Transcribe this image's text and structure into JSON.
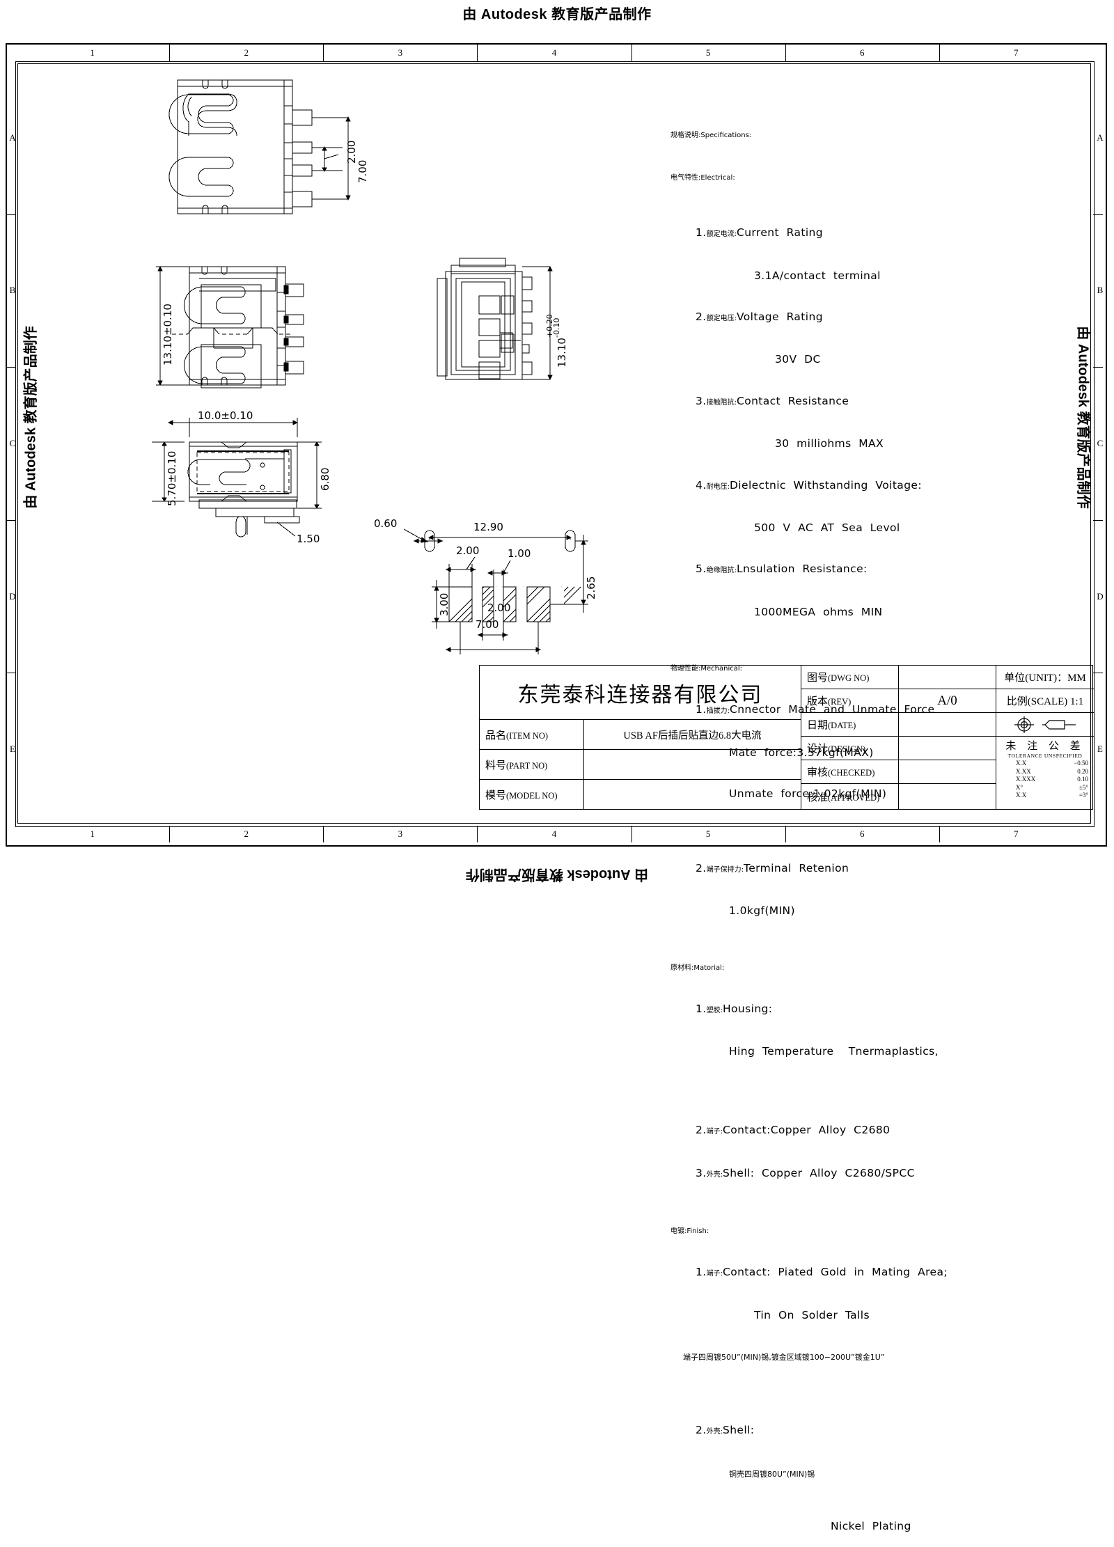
{
  "watermark": {
    "top": "由 Autodesk 教育版产品制作",
    "bottom": "由 Autodesk 教育版产品制作",
    "left": "由 Autodesk 教育版产品制作",
    "right": "由 Autodesk 教育版产品制作"
  },
  "border": {
    "column_zones": [
      "1",
      "2",
      "3",
      "4",
      "5",
      "6",
      "7"
    ],
    "row_zones": [
      "A",
      "B",
      "C",
      "D",
      "E"
    ]
  },
  "specifications": {
    "heading": "规格说明:Specifications:",
    "electrical": {
      "heading": "电气特性:Electrical:",
      "items": [
        {
          "no": "1.",
          "cn": "额定电流:",
          "en": "Current  Rating",
          "value": "3.1A/contact  terminal"
        },
        {
          "no": "2.",
          "cn": "额定电压:",
          "en": "Voltage  Rating",
          "value": "30V  DC"
        },
        {
          "no": "3.",
          "cn": "接触阻抗:",
          "en": "Contact  Resistance",
          "value": "30  milliohms  MAX"
        },
        {
          "no": "4.",
          "cn": "耐电压:",
          "en": "Dielectnic  Withstanding  Voitage:",
          "value": "500  V  AC  AT  Sea  Levol"
        },
        {
          "no": "5.",
          "cn": "绝缘阻抗:",
          "en": "Lnsulation  Resistance:",
          "value": "1000MEGA  ohms  MIN"
        }
      ]
    },
    "mechanical": {
      "heading": "物理性能:Mechanical:",
      "items": [
        {
          "no": "1.",
          "cn": "插拔力:",
          "en": "Cnnector  Mate  and  Unmate  Force",
          "values": [
            "Mate  force:3.57kgf(MAX)",
            "Unmate  force:1.02kgf(MIN)"
          ]
        },
        {
          "no": "2.",
          "cn": "端子保持力:",
          "en": "Terminal  Retenion",
          "values": [
            "1.0kgf(MIN)"
          ]
        }
      ]
    },
    "material": {
      "heading": "原材料:Matorial:",
      "items": [
        {
          "no": "1.",
          "cn": "塑胶:",
          "en": "Housing:",
          "values": [
            "Hing  Temperature    Tnermaplastics,"
          ]
        },
        {
          "no": "2.",
          "cn": "端子:",
          "en": "Contact:Copper  Alloy  C2680",
          "values": []
        },
        {
          "no": "3.",
          "cn": "外壳:",
          "en": "Shell:  Copper  Alloy  C2680/SPCC",
          "values": []
        }
      ]
    },
    "finish": {
      "heading": "电镀:Finish:",
      "items": [
        {
          "no": "1.",
          "cn": "端子:",
          "en": "Contact:  Piated  Gold  in  Mating  Area;",
          "values": [
            "Tin  On  Solder  Talls"
          ]
        },
        {
          "note": "端子四周镀50U”(MIN)锡,镀金区域镀100−200U”镀金1U”"
        },
        {
          "no": "2.",
          "cn": "外壳:",
          "en": "Shell:",
          "values": [
            "铜壳四周镀80U”(MIN)锡"
          ]
        },
        {
          "tail": "Nickel  Plating"
        }
      ]
    }
  },
  "dimensions": {
    "view_top": {
      "d1": "2.00",
      "d2": "7.00"
    },
    "view_mid_left": {
      "height": "13.10±0.10"
    },
    "view_mid_right": {
      "height": "13.10",
      "tol_upper": "+0.20",
      "tol_lower": "-0.10"
    },
    "view_bottom_left": {
      "width": "10.0±0.10",
      "height": "5.70±0.10",
      "depth": "6.80",
      "tail": "1.50"
    },
    "footprint": {
      "overall": "12.90",
      "pad_width": "2.00",
      "gap": "1.00",
      "pad_height": "3.00",
      "round_pad": "0.60",
      "round_pad_offset": "2.65",
      "pitch": "2.00",
      "span": "7.00"
    }
  },
  "title_block": {
    "company": "东莞泰科连接器有限公司",
    "rows": [
      {
        "label_cn": "品名",
        "label_en": "(ITEM NO)",
        "value": "USB AF后插后贴直边6.8大电流"
      },
      {
        "label_cn": "料号",
        "label_en": "(PART NO)",
        "value": ""
      },
      {
        "label_cn": "模号",
        "label_en": "(MODEL NO)",
        "value": ""
      }
    ],
    "right_rows": [
      {
        "label_cn": "图号",
        "label_en": "(DWG NO)",
        "value": ""
      },
      {
        "label_cn": "版本",
        "label_en": "(REV)",
        "value": "A/0"
      },
      {
        "label_cn": "日期",
        "label_en": "(DATE)",
        "value": ""
      },
      {
        "label_cn": "设计",
        "label_en": "(DESIGN)",
        "value": ""
      },
      {
        "label_cn": "审核",
        "label_en": "(CHECKED)",
        "value": ""
      },
      {
        "label_cn": "核准",
        "label_en": "(APPROVED)",
        "value": ""
      }
    ],
    "unit": "单位(UNIT)：MM",
    "scale": "比例(SCALE) 1:1",
    "projection_symbol": "first-angle-projection-symbol",
    "tolerance": {
      "title_cn": "未 注 公 差",
      "title_en": "TOLERANCE UNSPECIFIED",
      "rows": [
        {
          "key": "X.X",
          "value": "−0.50"
        },
        {
          "key": "X.XX",
          "value": "0.20"
        },
        {
          "key": "X.XXX",
          "value": "0.10"
        },
        {
          "key": "X°",
          "value": "±5°"
        },
        {
          "key": "X.X",
          "value": "=3°"
        }
      ]
    }
  },
  "colors": {
    "ink": "#000000",
    "paper": "#ffffff"
  }
}
